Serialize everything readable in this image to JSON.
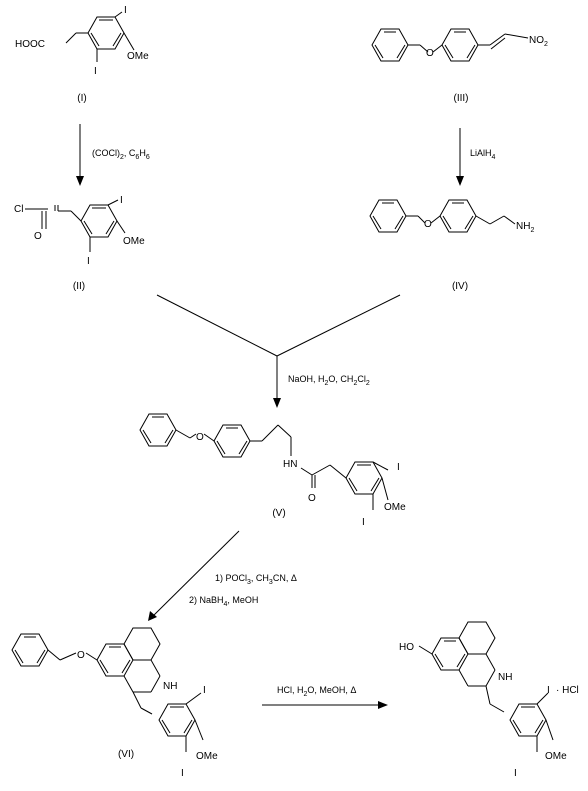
{
  "compounds": {
    "I": {
      "label": "(I)"
    },
    "II": {
      "label": "(II)"
    },
    "III": {
      "label": "(III)"
    },
    "IV": {
      "label": "(IV)"
    },
    "V": {
      "label": "(V)"
    },
    "VI": {
      "label": "(VI)"
    }
  },
  "atoms": {
    "hooc": "HOOC",
    "iodo": "I",
    "ome": "OMe",
    "cl": "Cl",
    "o": "O",
    "no2_main": "NO",
    "no2_sub": "2",
    "nh2_main": "NH",
    "nh2_sub": "2",
    "hn": "HN",
    "nh": "NH",
    "ho": "HO",
    "hcl_salt": "· HCl"
  },
  "conditions": {
    "step1": {
      "a": "(COCl)",
      "a_sub": "2",
      "b": ", C",
      "b_sub": "6",
      "c": "H",
      "c_sub": "6"
    },
    "step2": {
      "a": "LiAlH",
      "a_sub": "4"
    },
    "step3": {
      "a": "NaOH, H",
      "a_sub": "2",
      "b": "O, CH",
      "b_sub": "2",
      "c": "Cl",
      "c_sub": "2"
    },
    "step4a": {
      "a": "1) POCl",
      "a_sub": "3",
      "b": ", CH",
      "b_sub": "3",
      "c": "CN, Δ"
    },
    "step4b": {
      "a": "2) NaBH",
      "a_sub": "4",
      "b": ", MeOH"
    },
    "step5": {
      "a": "HCl, H",
      "a_sub": "2",
      "b": "O, MeOH, Δ"
    }
  }
}
